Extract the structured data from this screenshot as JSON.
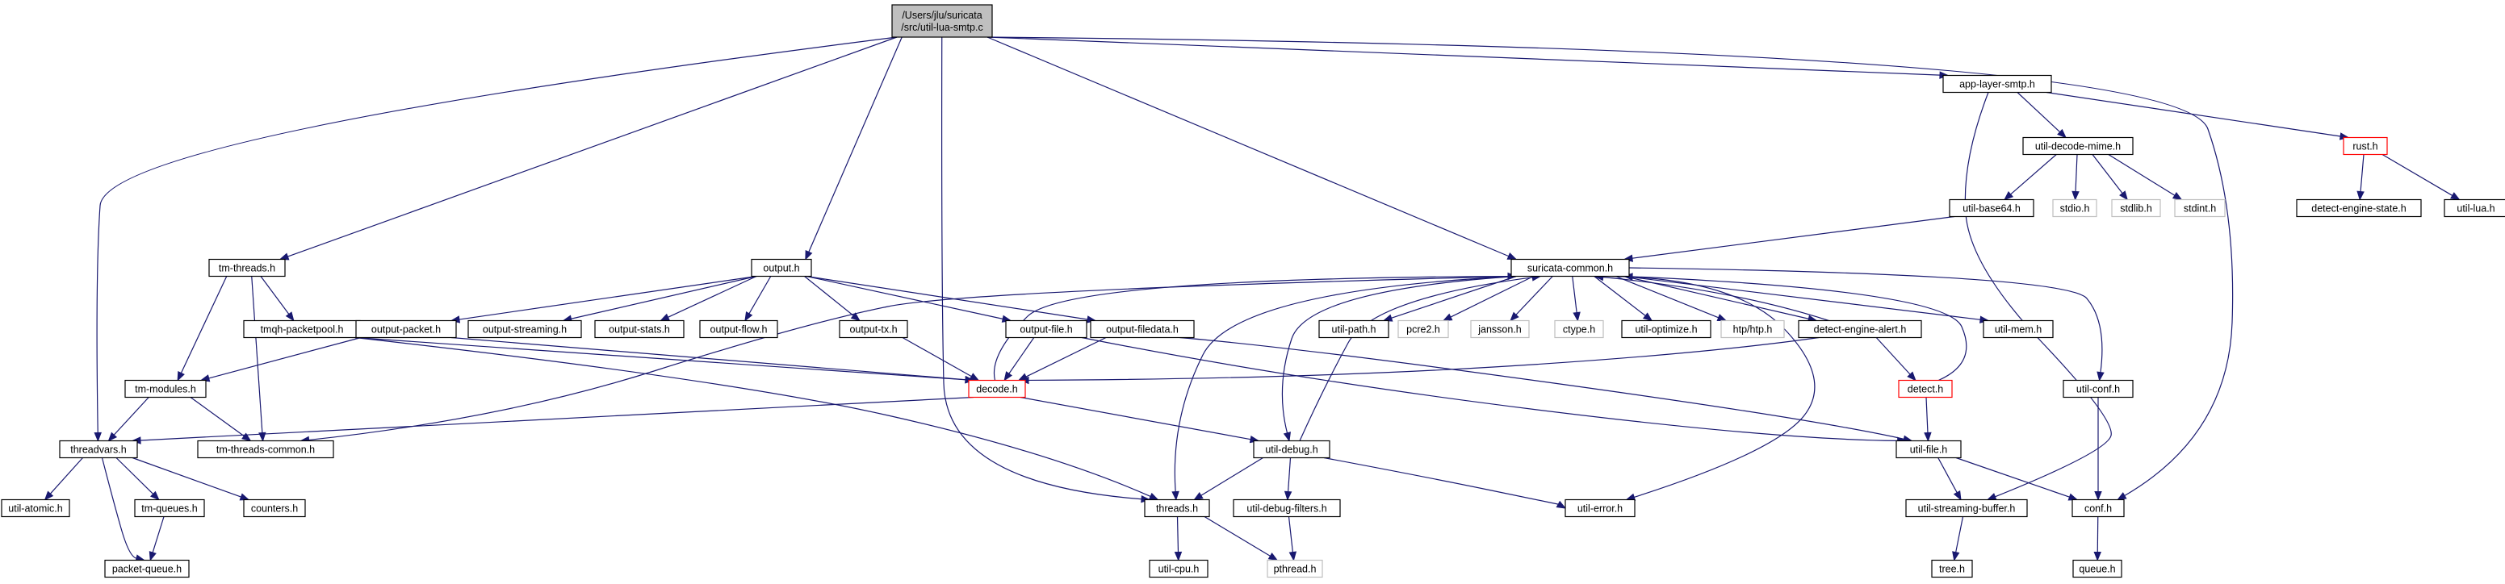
{
  "colors": {
    "edge": "#191970",
    "node_border_normal": "#000000",
    "node_border_truncated": "#ff0000",
    "node_border_missing": "#bfbfbf",
    "root_fill": "#bfbfbf",
    "text": "#000000"
  },
  "nodes": [
    {
      "id": "root",
      "lines": [
        "/Users/jlu/suricata",
        "/src/util-lua-smtp.c"
      ],
      "kind": "root"
    },
    {
      "id": "threadvars",
      "lines": [
        "threadvars.h"
      ],
      "kind": "normal"
    },
    {
      "id": "tm_threads",
      "lines": [
        "tm-threads.h"
      ],
      "kind": "normal"
    },
    {
      "id": "output",
      "lines": [
        "output.h"
      ],
      "kind": "normal"
    },
    {
      "id": "suricata_common",
      "lines": [
        "suricata-common.h"
      ],
      "kind": "normal"
    },
    {
      "id": "threads",
      "lines": [
        "threads.h"
      ],
      "kind": "normal"
    },
    {
      "id": "app_layer_smtp",
      "lines": [
        "app-layer-smtp.h"
      ],
      "kind": "normal"
    },
    {
      "id": "conf",
      "lines": [
        "conf.h"
      ],
      "kind": "normal"
    },
    {
      "id": "rust",
      "lines": [
        "rust.h"
      ],
      "kind": "truncated"
    },
    {
      "id": "util_decode_mime",
      "lines": [
        "util-decode-mime.h"
      ],
      "kind": "normal"
    },
    {
      "id": "util_base64",
      "lines": [
        "util-base64.h"
      ],
      "kind": "normal"
    },
    {
      "id": "stdio",
      "lines": [
        "stdio.h"
      ],
      "kind": "missing"
    },
    {
      "id": "stdlib",
      "lines": [
        "stdlib.h"
      ],
      "kind": "missing"
    },
    {
      "id": "stdint",
      "lines": [
        "stdint.h"
      ],
      "kind": "missing"
    },
    {
      "id": "detect_engine_state",
      "lines": [
        "detect-engine-state.h"
      ],
      "kind": "normal"
    },
    {
      "id": "util_lua",
      "lines": [
        "util-lua.h"
      ],
      "kind": "normal"
    },
    {
      "id": "tmqh_packetpool",
      "lines": [
        "tmqh-packetpool.h"
      ],
      "kind": "normal"
    },
    {
      "id": "output_packet",
      "lines": [
        "output-packet.h"
      ],
      "kind": "normal"
    },
    {
      "id": "output_streaming",
      "lines": [
        "output-streaming.h"
      ],
      "kind": "normal"
    },
    {
      "id": "output_stats",
      "lines": [
        "output-stats.h"
      ],
      "kind": "normal"
    },
    {
      "id": "output_flow",
      "lines": [
        "output-flow.h"
      ],
      "kind": "normal"
    },
    {
      "id": "output_tx",
      "lines": [
        "output-tx.h"
      ],
      "kind": "normal"
    },
    {
      "id": "output_file",
      "lines": [
        "output-file.h"
      ],
      "kind": "normal"
    },
    {
      "id": "output_filedata",
      "lines": [
        "output-filedata.h"
      ],
      "kind": "normal"
    },
    {
      "id": "util_path",
      "lines": [
        "util-path.h"
      ],
      "kind": "normal"
    },
    {
      "id": "pcre2",
      "lines": [
        "pcre2.h"
      ],
      "kind": "missing"
    },
    {
      "id": "jansson",
      "lines": [
        "jansson.h"
      ],
      "kind": "missing"
    },
    {
      "id": "ctype",
      "lines": [
        "ctype.h"
      ],
      "kind": "missing"
    },
    {
      "id": "util_optimize",
      "lines": [
        "util-optimize.h"
      ],
      "kind": "normal"
    },
    {
      "id": "htp",
      "lines": [
        "htp/htp.h"
      ],
      "kind": "missing"
    },
    {
      "id": "detect_engine_alert",
      "lines": [
        "detect-engine-alert.h"
      ],
      "kind": "normal"
    },
    {
      "id": "util_mem",
      "lines": [
        "util-mem.h"
      ],
      "kind": "normal"
    },
    {
      "id": "tm_modules",
      "lines": [
        "tm-modules.h"
      ],
      "kind": "normal"
    },
    {
      "id": "decode",
      "lines": [
        "decode.h"
      ],
      "kind": "truncated"
    },
    {
      "id": "detect",
      "lines": [
        "detect.h"
      ],
      "kind": "truncated"
    },
    {
      "id": "util_conf",
      "lines": [
        "util-conf.h"
      ],
      "kind": "normal"
    },
    {
      "id": "tm_threads_common",
      "lines": [
        "tm-threads-common.h"
      ],
      "kind": "normal"
    },
    {
      "id": "util_debug",
      "lines": [
        "util-debug.h"
      ],
      "kind": "normal"
    },
    {
      "id": "util_file",
      "lines": [
        "util-file.h"
      ],
      "kind": "normal"
    },
    {
      "id": "util_atomic",
      "lines": [
        "util-atomic.h"
      ],
      "kind": "normal"
    },
    {
      "id": "tm_queues",
      "lines": [
        "tm-queues.h"
      ],
      "kind": "normal"
    },
    {
      "id": "counters",
      "lines": [
        "counters.h"
      ],
      "kind": "normal"
    },
    {
      "id": "util_debug_filters",
      "lines": [
        "util-debug-filters.h"
      ],
      "kind": "normal"
    },
    {
      "id": "util_error",
      "lines": [
        "util-error.h"
      ],
      "kind": "normal"
    },
    {
      "id": "util_streaming_buffer",
      "lines": [
        "util-streaming-buffer.h"
      ],
      "kind": "normal"
    },
    {
      "id": "packet_queue",
      "lines": [
        "packet-queue.h"
      ],
      "kind": "normal"
    },
    {
      "id": "util_cpu",
      "lines": [
        "util-cpu.h"
      ],
      "kind": "normal"
    },
    {
      "id": "pthread",
      "lines": [
        "pthread.h"
      ],
      "kind": "missing"
    },
    {
      "id": "tree",
      "lines": [
        "tree.h"
      ],
      "kind": "normal"
    },
    {
      "id": "queue",
      "lines": [
        "queue.h"
      ],
      "kind": "normal"
    }
  ],
  "edges": [
    {
      "from": "root",
      "to": "threadvars"
    },
    {
      "from": "root",
      "to": "tm_threads"
    },
    {
      "from": "root",
      "to": "output"
    },
    {
      "from": "root",
      "to": "threads"
    },
    {
      "from": "root",
      "to": "suricata_common"
    },
    {
      "from": "root",
      "to": "app_layer_smtp"
    },
    {
      "from": "root",
      "to": "conf"
    },
    {
      "from": "app_layer_smtp",
      "to": "util_decode_mime"
    },
    {
      "from": "app_layer_smtp",
      "to": "rust"
    },
    {
      "from": "app_layer_smtp",
      "to": "util_streaming_buffer"
    },
    {
      "from": "rust",
      "to": "detect_engine_state"
    },
    {
      "from": "rust",
      "to": "util_lua"
    },
    {
      "from": "util_decode_mime",
      "to": "util_base64"
    },
    {
      "from": "util_decode_mime",
      "to": "stdio"
    },
    {
      "from": "util_decode_mime",
      "to": "stdlib"
    },
    {
      "from": "util_decode_mime",
      "to": "stdint"
    },
    {
      "from": "util_base64",
      "to": "suricata_common"
    },
    {
      "from": "tm_threads",
      "to": "tmqh_packetpool"
    },
    {
      "from": "tm_threads",
      "to": "tm_modules"
    },
    {
      "from": "tm_threads",
      "to": "tm_threads_common"
    },
    {
      "from": "tmqh_packetpool",
      "to": "decode"
    },
    {
      "from": "tmqh_packetpool",
      "to": "threads"
    },
    {
      "from": "output",
      "to": "output_packet"
    },
    {
      "from": "output",
      "to": "output_streaming"
    },
    {
      "from": "output",
      "to": "output_stats"
    },
    {
      "from": "output",
      "to": "output_flow"
    },
    {
      "from": "output",
      "to": "output_tx"
    },
    {
      "from": "output",
      "to": "output_file"
    },
    {
      "from": "output",
      "to": "output_filedata"
    },
    {
      "from": "output_packet",
      "to": "tm_modules"
    },
    {
      "from": "output_packet",
      "to": "decode"
    },
    {
      "from": "output_tx",
      "to": "decode"
    },
    {
      "from": "output_file",
      "to": "decode"
    },
    {
      "from": "output_file",
      "to": "util_file"
    },
    {
      "from": "output_filedata",
      "to": "decode"
    },
    {
      "from": "output_filedata",
      "to": "util_file"
    },
    {
      "from": "tm_modules",
      "to": "threadvars"
    },
    {
      "from": "tm_modules",
      "to": "tm_threads_common"
    },
    {
      "from": "decode",
      "to": "suricata_common"
    },
    {
      "from": "decode",
      "to": "threadvars"
    },
    {
      "from": "decode",
      "to": "util_debug"
    },
    {
      "from": "suricata_common",
      "to": "util_path"
    },
    {
      "from": "suricata_common",
      "to": "pcre2"
    },
    {
      "from": "suricata_common",
      "to": "jansson"
    },
    {
      "from": "suricata_common",
      "to": "ctype"
    },
    {
      "from": "suricata_common",
      "to": "util_optimize"
    },
    {
      "from": "suricata_common",
      "to": "htp"
    },
    {
      "from": "suricata_common",
      "to": "detect_engine_alert"
    },
    {
      "from": "suricata_common",
      "to": "util_mem"
    },
    {
      "from": "suricata_common",
      "to": "util_conf"
    },
    {
      "from": "suricata_common",
      "to": "tm_threads_common"
    },
    {
      "from": "suricata_common",
      "to": "threads"
    },
    {
      "from": "suricata_common",
      "to": "util_debug"
    },
    {
      "from": "suricata_common",
      "to": "util_error"
    },
    {
      "from": "detect_engine_alert",
      "to": "suricata_common"
    },
    {
      "from": "detect_engine_alert",
      "to": "decode"
    },
    {
      "from": "detect_engine_alert",
      "to": "detect"
    },
    {
      "from": "detect",
      "to": "suricata_common"
    },
    {
      "from": "detect",
      "to": "util_file"
    },
    {
      "from": "util_conf",
      "to": "conf"
    },
    {
      "from": "util_debug",
      "to": "suricata_common"
    },
    {
      "from": "util_debug",
      "to": "threads"
    },
    {
      "from": "util_debug",
      "to": "util_debug_filters"
    },
    {
      "from": "util_debug",
      "to": "util_error"
    },
    {
      "from": "util_debug_filters",
      "to": "pthread"
    },
    {
      "from": "threads",
      "to": "util_cpu"
    },
    {
      "from": "threads",
      "to": "pthread"
    },
    {
      "from": "util_file",
      "to": "util_streaming_buffer"
    },
    {
      "from": "util_file",
      "to": "conf"
    },
    {
      "from": "util_streaming_buffer",
      "to": "tree"
    },
    {
      "from": "conf",
      "to": "queue"
    },
    {
      "from": "threadvars",
      "to": "util_atomic"
    },
    {
      "from": "threadvars",
      "to": "tm_queues"
    },
    {
      "from": "threadvars",
      "to": "counters"
    },
    {
      "from": "threadvars",
      "to": "packet_queue"
    },
    {
      "from": "tm_queues",
      "to": "packet_queue"
    }
  ]
}
